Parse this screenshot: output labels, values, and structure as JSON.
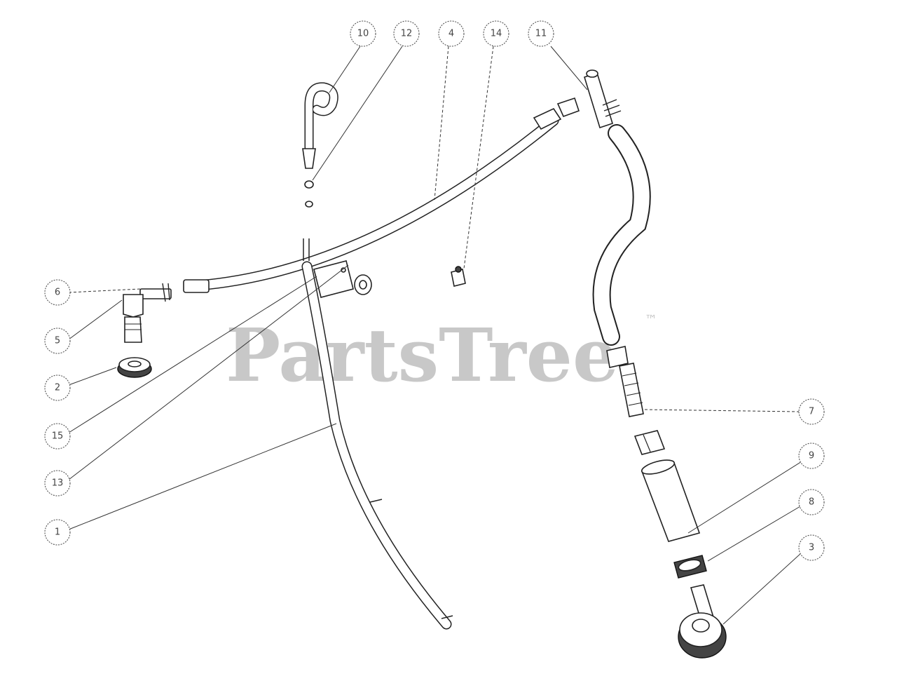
{
  "watermark": {
    "text": "PartsTree",
    "trademark": "™"
  },
  "callouts": [
    {
      "id": "10",
      "label": "10"
    },
    {
      "id": "12",
      "label": "12"
    },
    {
      "id": "4",
      "label": "4"
    },
    {
      "id": "14",
      "label": "14"
    },
    {
      "id": "11",
      "label": "11"
    },
    {
      "id": "6",
      "label": "6"
    },
    {
      "id": "5",
      "label": "5"
    },
    {
      "id": "2",
      "label": "2"
    },
    {
      "id": "15",
      "label": "15"
    },
    {
      "id": "13",
      "label": "13"
    },
    {
      "id": "1",
      "label": "1"
    },
    {
      "id": "7",
      "label": "7"
    },
    {
      "id": "9",
      "label": "9"
    },
    {
      "id": "8",
      "label": "8"
    },
    {
      "id": "3",
      "label": "3"
    }
  ]
}
